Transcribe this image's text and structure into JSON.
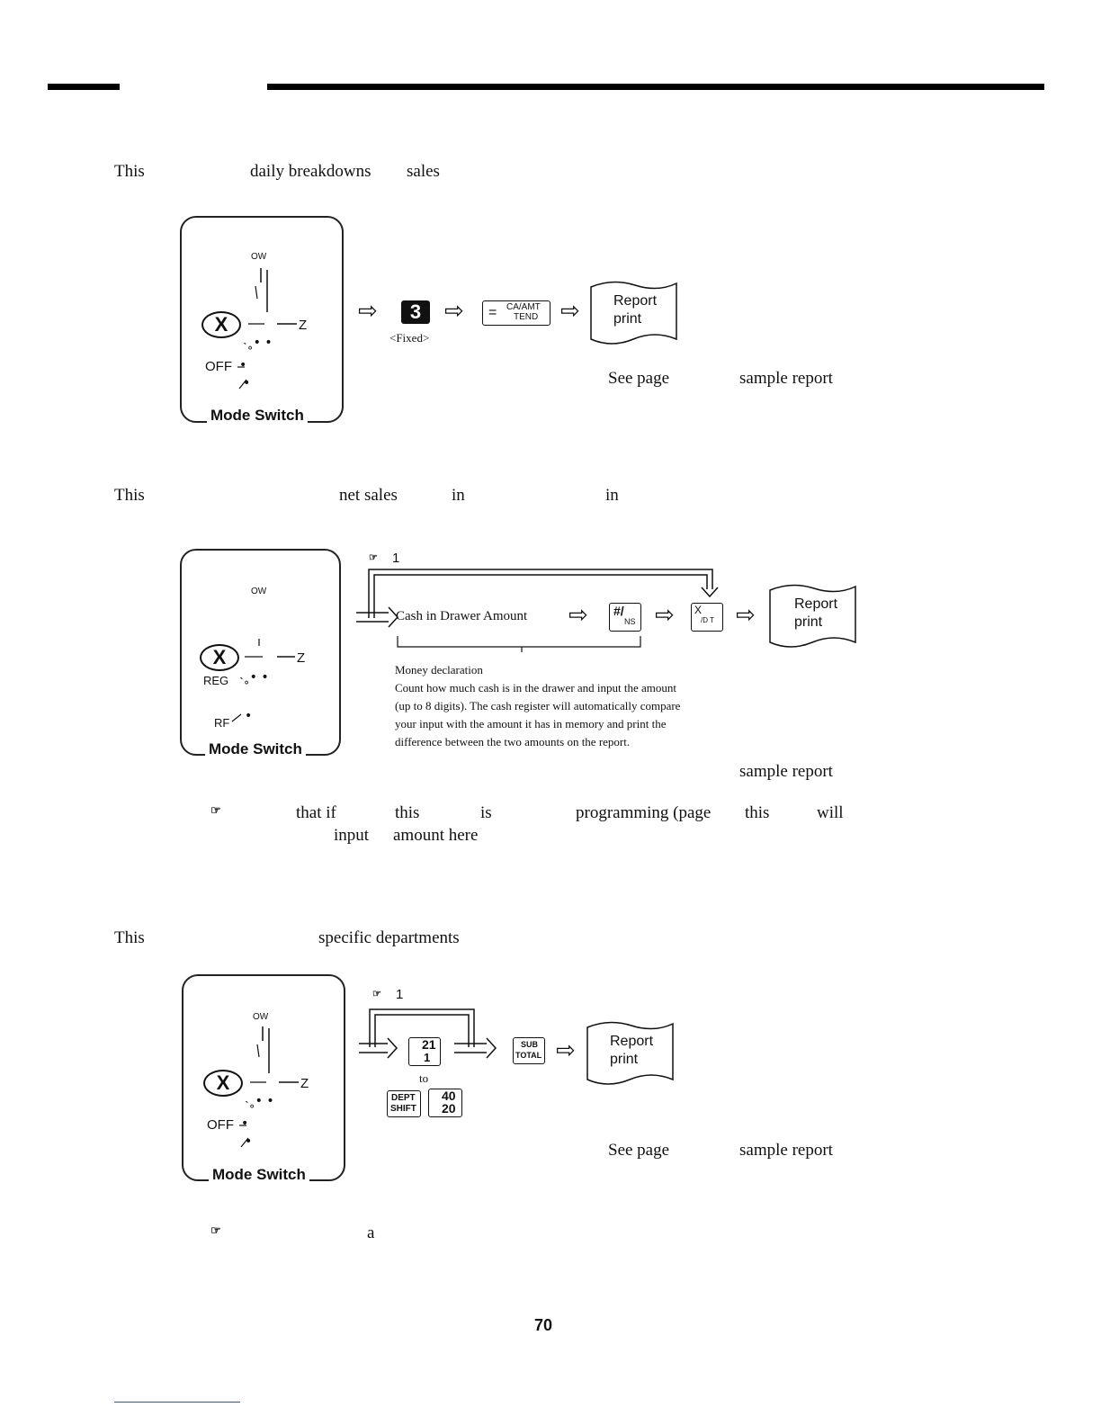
{
  "page_number": "70",
  "section1": {
    "intro_a": "This",
    "intro_b": "daily breakdowns",
    "intro_c": "sales",
    "mode_switch": {
      "label": "Mode Switch",
      "pos_top": "OW",
      "pos_right": "Z",
      "pos_off": "OFF"
    },
    "key_fixed_label": "<Fixed>",
    "key_number": "3",
    "key_ca": {
      "line1": "CA/AMT",
      "line2": "TEND",
      "eq": "="
    },
    "report": {
      "line1": "Report",
      "line2": "print"
    },
    "see_page": "See page",
    "sample_report": "sample report"
  },
  "section2": {
    "intro_a": "This",
    "intro_b": "net sales",
    "intro_c": "in",
    "intro_d": "in",
    "note_marker": "1",
    "mode_switch": {
      "label": "Mode Switch",
      "pos_top": "OW",
      "pos_right": "Z",
      "pos_reg": "REG",
      "pos_rf": "RF"
    },
    "cash_label": "Cash in Drawer Amount",
    "key_ns": {
      "top": "#/",
      "bottom": "NS"
    },
    "key_x": {
      "top": "X",
      "bottom": "/D T"
    },
    "report": {
      "line1": "Report",
      "line2": "print"
    },
    "money_title": "Money declaration",
    "money_lines": [
      "Count how much cash is in the drawer and input the amount",
      "(up to 8 digits). The cash register will automatically compare",
      "your input with the amount it has in memory and print the",
      "difference between the two amounts on the report."
    ],
    "sample_report": "sample report",
    "note_a": "that if",
    "note_b": "this",
    "note_c": "is",
    "note_d": "programming (page",
    "note_e": "this",
    "note_f": "will",
    "note_g": "input",
    "note_h": "amount here"
  },
  "section3": {
    "intro_a": "This",
    "intro_b": "specific departments",
    "note_marker": "1",
    "mode_switch": {
      "label": "Mode Switch",
      "pos_top": "OW",
      "pos_right": "Z",
      "pos_off": "OFF"
    },
    "key_dept": {
      "top": "21",
      "bottom": "1"
    },
    "to_label": "to",
    "key_shift": {
      "top": "DEPT",
      "bottom": "SHIFT"
    },
    "key_dept2": {
      "top": "40",
      "bottom": "20"
    },
    "key_sub": {
      "top": "SUB",
      "bottom": "TOTAL"
    },
    "report": {
      "line1": "Report",
      "line2": "print"
    },
    "see_page": "See page",
    "sample_report": "sample report",
    "note_a": "a"
  }
}
